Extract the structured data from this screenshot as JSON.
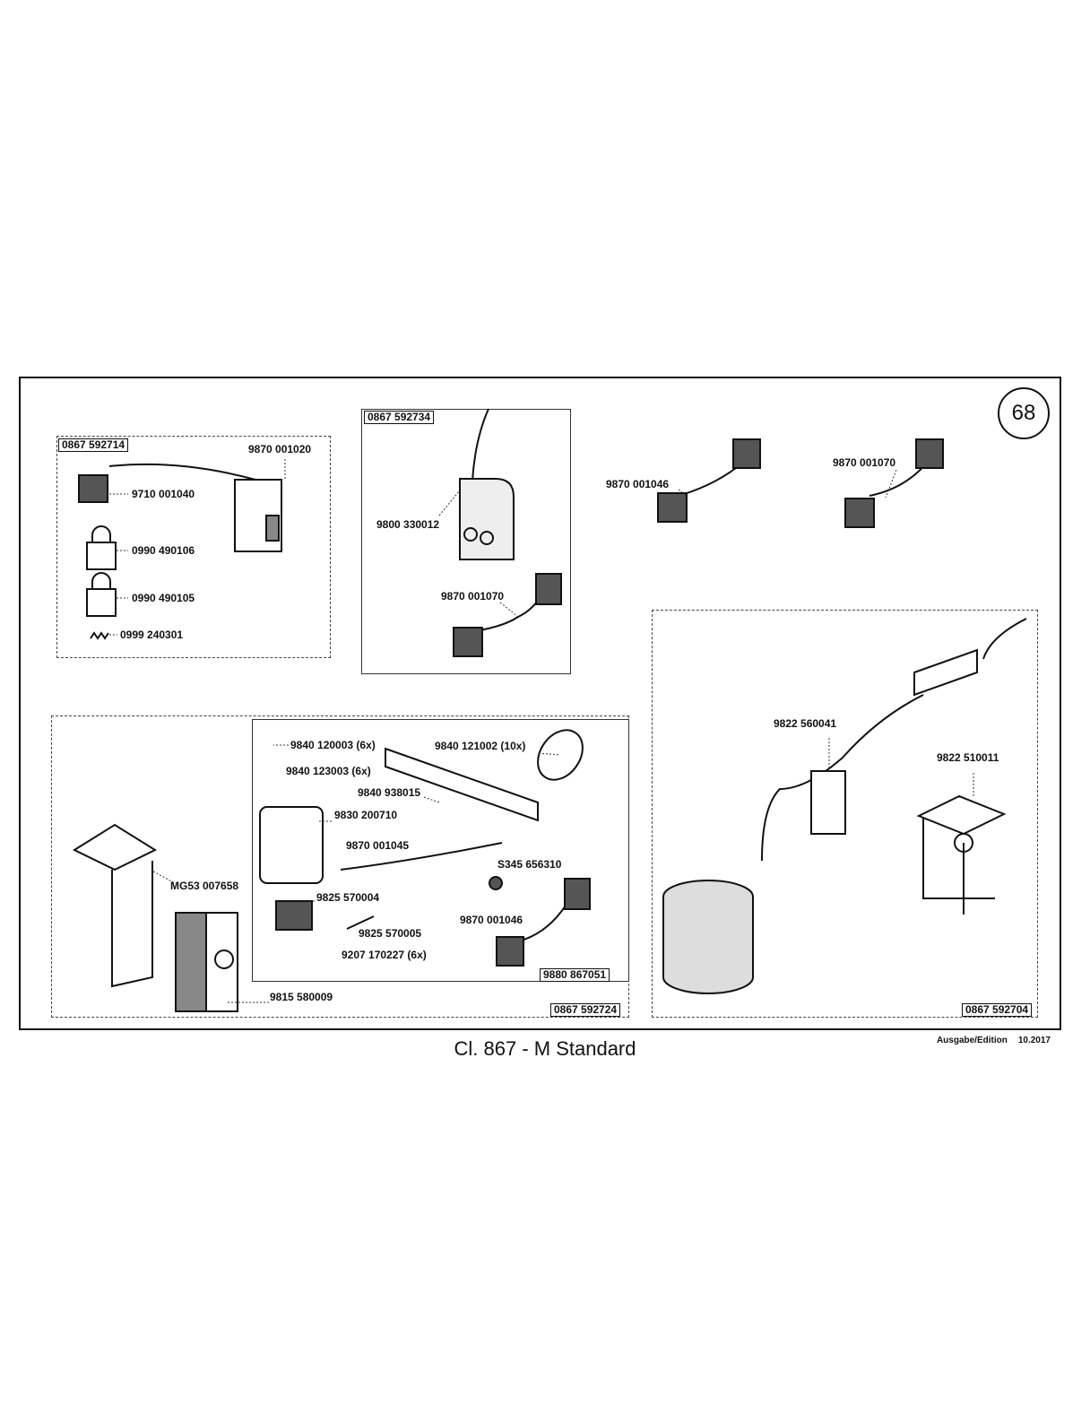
{
  "page_number": "68",
  "title": "Cl. 867 - M Standard",
  "edition": {
    "label": "Ausgabe/Edition",
    "date": "10.2017"
  },
  "groups": [
    {
      "id": "0867 592714",
      "parts": [
        "9870 001020",
        "9710 001040",
        "0990 490106",
        "0990 490105",
        "0999 240301"
      ]
    },
    {
      "id": "0867 592734",
      "parts": [
        "9800 330012",
        "9870 001070"
      ]
    },
    {
      "id": "0867 592724",
      "parts": [
        "MG53 007658",
        "9815 580009"
      ]
    },
    {
      "id": "9880 867051",
      "parts": [
        "9840 120003 (6x)",
        "9840 123003 (6x)",
        "9840 938015",
        "9840 121002 (10x)",
        "9830 200710",
        "9870 001045",
        "S345 656310",
        "9825 570004",
        "9825 570005",
        "9870 001046",
        "9207 170227 (6x)"
      ]
    },
    {
      "id": "0867 592704",
      "parts": [
        "9822 560041",
        "9822 510011"
      ]
    }
  ],
  "loose_parts": [
    "9870 001046",
    "9870 001070"
  ]
}
